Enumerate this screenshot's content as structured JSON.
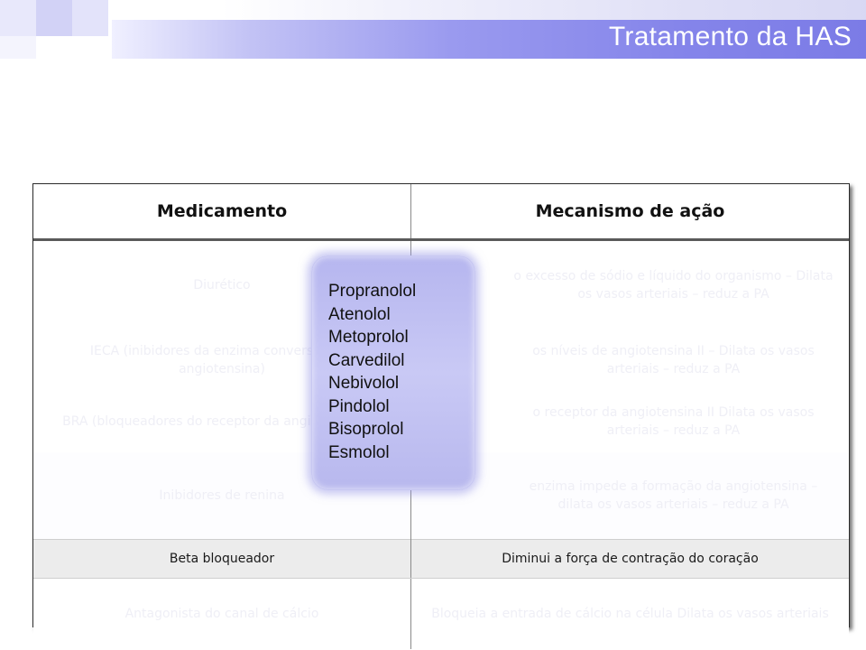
{
  "slide": {
    "title": "Tratamento da HAS",
    "accent_colors": [
      "#7b7be6",
      "#b6b6ef"
    ]
  },
  "table": {
    "headers": [
      "Medicamento",
      "Mecanismo de ação"
    ],
    "rows": [
      {
        "medicamento": "Diurético",
        "mecanismo": "o excesso de sódio e líquido do organismo – Dilata os vasos arteriais – reduz a PA"
      },
      {
        "medicamento": "IECA (inibidores da enzima conversora de angiotensina)",
        "mecanismo": "os níveis de angiotensina II – Dilata os vasos arteriais – reduz a PA"
      },
      {
        "medicamento": "BRA (bloqueadores do receptor da angiotensina II)",
        "mecanismo": "o receptor da angiotensina II Dilata os vasos arteriais – reduz a PA"
      },
      {
        "medicamento": "Inibidores de renina",
        "mecanismo": "enzima impede a formação da angiotensina – dilata os vasos arteriais – reduz a PA"
      },
      {
        "medicamento": "Beta bloqueador",
        "mecanismo": "Diminui a força de contração do coração"
      },
      {
        "medicamento": "Antagonista do canal de cálcio",
        "mecanismo": "Bloqueia a entrada de cálcio na célula Dilata os vasos arteriais"
      }
    ]
  },
  "popup": {
    "items": [
      "Propranolol",
      "Atenolol",
      "Metoprolol",
      "Carvedilol",
      "Nebivolol",
      "Pindolol",
      "Bisoprolol",
      "Esmolol"
    ]
  }
}
